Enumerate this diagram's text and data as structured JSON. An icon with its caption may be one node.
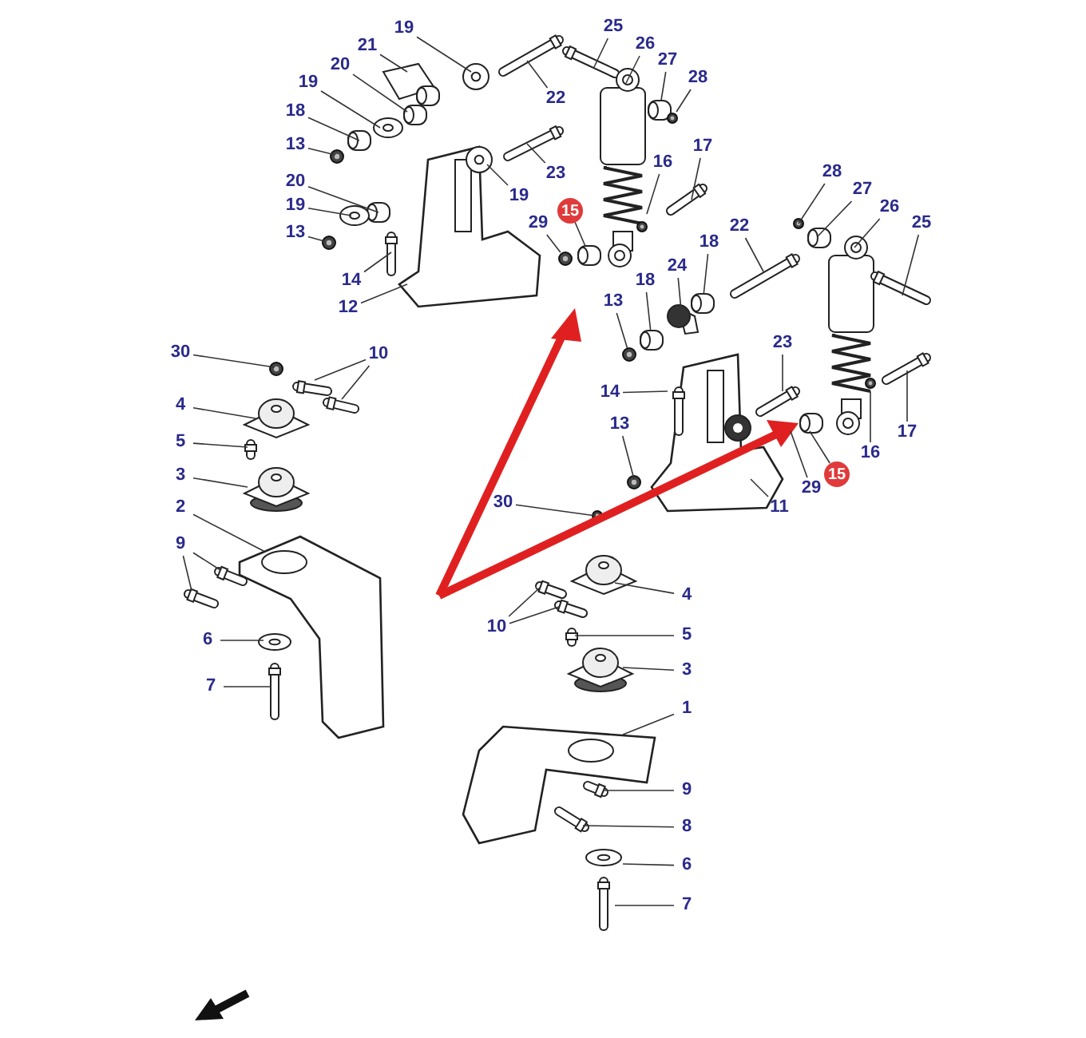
{
  "diagram": {
    "nodes": [
      {
        "text": [
          "19"
        ]
      },
      {
        "text": [
          "21"
        ]
      },
      {
        "text": [
          "20"
        ]
      },
      {
        "text": [
          "19"
        ]
      },
      {
        "text": [
          "18"
        ]
      },
      {
        "text": [
          "13"
        ]
      },
      {
        "text": [
          "20"
        ]
      },
      {
        "text": [
          "19"
        ]
      },
      {
        "text": [
          "13"
        ]
      },
      {
        "text": [
          "14"
        ]
      },
      {
        "text": [
          "12"
        ]
      },
      {
        "text": [
          "19"
        ]
      },
      {
        "text": [
          "22"
        ]
      },
      {
        "text": [
          "25"
        ]
      },
      {
        "text": [
          "26"
        ]
      },
      {
        "text": [
          "27"
        ]
      },
      {
        "text": [
          "28"
        ]
      },
      {
        "text": [
          "23"
        ]
      },
      {
        "text": [
          "17"
        ]
      },
      {
        "text": [
          "16"
        ]
      },
      {
        "text": [
          "29"
        ]
      },
      {
        "text": [
          "15"
        ]
      },
      {
        "text": [
          "28"
        ]
      },
      {
        "text": [
          "27"
        ]
      },
      {
        "text": [
          "26"
        ]
      },
      {
        "text": [
          "25"
        ]
      },
      {
        "text": [
          "22"
        ]
      },
      {
        "text": [
          "18"
        ]
      },
      {
        "text": [
          "24"
        ]
      },
      {
        "text": [
          "18"
        ]
      },
      {
        "text": [
          "13"
        ]
      },
      {
        "text": [
          "14"
        ]
      },
      {
        "text": [
          "13"
        ]
      },
      {
        "text": [
          "23"
        ]
      },
      {
        "text": [
          "17"
        ]
      },
      {
        "text": [
          "16"
        ]
      },
      {
        "text": [
          "29"
        ]
      },
      {
        "text": [
          "15"
        ]
      },
      {
        "text": [
          "11"
        ]
      },
      {
        "text": [
          "30"
        ]
      },
      {
        "text": [
          "10"
        ]
      },
      {
        "text": [
          "4"
        ]
      },
      {
        "text": [
          "5"
        ]
      },
      {
        "text": [
          "3"
        ]
      },
      {
        "text": [
          "2"
        ]
      },
      {
        "text": [
          "9"
        ]
      },
      {
        "text": [
          "6"
        ]
      },
      {
        "text": [
          "7"
        ]
      },
      {
        "text": [
          "30"
        ]
      },
      {
        "text": [
          "10"
        ]
      },
      {
        "text": [
          "4"
        ]
      },
      {
        "text": [
          "5"
        ]
      },
      {
        "text": [
          "3"
        ]
      },
      {
        "text": [
          "1"
        ]
      },
      {
        "text": [
          "9"
        ]
      },
      {
        "text": [
          "8"
        ]
      },
      {
        "text": [
          "6"
        ]
      },
      {
        "text": [
          "7"
        ]
      },
      {
        "text": [],
        "shape": "bushing"
      },
      {
        "text": [],
        "shape": "nut"
      },
      {
        "text": [],
        "shape": "bushing"
      },
      {
        "text": [],
        "shape": "bushing"
      },
      {
        "text": [],
        "shape": "link"
      },
      {
        "text": [],
        "shape": "bushing"
      },
      {
        "text": [],
        "shape": "nut"
      },
      {
        "text": [],
        "shape": "nut"
      }
    ],
    "edges": [
      {
        "from": 0,
        "to": null,
        "arrow": "none"
      },
      {
        "from": 1,
        "to": null,
        "arrow": "none"
      },
      {
        "from": 2,
        "to": null,
        "arrow": "none"
      },
      {
        "from": 3,
        "to": null,
        "arrow": "none"
      },
      {
        "from": 4,
        "to": null,
        "arrow": "none"
      },
      {
        "from": 5,
        "to": null,
        "arrow": "none"
      },
      {
        "from": 6,
        "to": null,
        "arrow": "none"
      },
      {
        "from": 7,
        "to": null,
        "arrow": "none"
      },
      {
        "from": 8,
        "to": null,
        "arrow": "none"
      },
      {
        "from": 9,
        "to": null,
        "arrow": "none"
      },
      {
        "from": 10,
        "to": null,
        "arrow": "none"
      },
      {
        "from": 11,
        "to": null,
        "arrow": "none"
      },
      {
        "from": 12,
        "to": null,
        "arrow": "none"
      },
      {
        "from": 13,
        "to": null,
        "arrow": "none"
      },
      {
        "from": 14,
        "to": null,
        "arrow": "none"
      },
      {
        "from": 15,
        "to": 58,
        "arrow": "none"
      },
      {
        "from": 16,
        "to": 59,
        "arrow": "none"
      },
      {
        "from": 17,
        "to": null,
        "arrow": "none"
      },
      {
        "from": 18,
        "to": null,
        "arrow": "none"
      },
      {
        "from": 19,
        "to": null,
        "arrow": "none"
      },
      {
        "from": 20,
        "to": 65,
        "arrow": "none"
      },
      {
        "from": 21,
        "to": 60,
        "arrow": "none"
      },
      {
        "from": 22,
        "to": null,
        "arrow": "none"
      },
      {
        "from": 23,
        "to": null,
        "arrow": "none"
      },
      {
        "from": 24,
        "to": null,
        "arrow": "none"
      },
      {
        "from": 25,
        "to": null,
        "arrow": "none"
      },
      {
        "from": 26,
        "to": null,
        "arrow": "none"
      },
      {
        "from": 27,
        "to": 61,
        "arrow": "none"
      },
      {
        "from": 28,
        "to": 62,
        "arrow": "none"
      },
      {
        "from": 29,
        "to": 63,
        "arrow": "none"
      },
      {
        "from": 30,
        "to": 64,
        "arrow": "none"
      },
      {
        "from": 31,
        "to": null,
        "arrow": "none"
      },
      {
        "from": 32,
        "to": null,
        "arrow": "none"
      },
      {
        "from": 33,
        "to": null,
        "arrow": "none"
      },
      {
        "from": 34,
        "to": null,
        "arrow": "none"
      },
      {
        "from": 35,
        "to": null,
        "arrow": "none"
      },
      {
        "from": 36,
        "to": null,
        "arrow": "none"
      },
      {
        "from": 37,
        "to": null,
        "arrow": "none"
      },
      {
        "from": 38,
        "to": null,
        "arrow": "none"
      },
      {
        "from": 39,
        "to": null,
        "arrow": "none"
      },
      {
        "from": 40,
        "to": null,
        "arrow": "none"
      },
      {
        "from": 40,
        "to": null,
        "arrow": "none"
      },
      {
        "from": 41,
        "to": null,
        "arrow": "none"
      },
      {
        "from": 42,
        "to": null,
        "arrow": "none"
      },
      {
        "from": 43,
        "to": null,
        "arrow": "none"
      },
      {
        "from": 44,
        "to": null,
        "arrow": "none"
      },
      {
        "from": 45,
        "to": null,
        "arrow": "none"
      },
      {
        "from": 45,
        "to": null,
        "arrow": "none"
      },
      {
        "from": 46,
        "to": null,
        "arrow": "none"
      },
      {
        "from": 47,
        "to": null,
        "arrow": "none"
      },
      {
        "from": 48,
        "to": null,
        "arrow": "none"
      },
      {
        "from": 49,
        "to": null,
        "arrow": "none"
      },
      {
        "from": 49,
        "to": null,
        "arrow": "none"
      },
      {
        "from": 50,
        "to": null,
        "arrow": "none"
      },
      {
        "from": 51,
        "to": null,
        "arrow": "none"
      },
      {
        "from": 52,
        "to": null,
        "arrow": "none"
      },
      {
        "from": 53,
        "to": null,
        "arrow": "none"
      },
      {
        "from": 54,
        "to": null,
        "arrow": "none"
      },
      {
        "from": 55,
        "to": null,
        "arrow": "none"
      },
      {
        "from": 56,
        "to": null,
        "arrow": "none"
      },
      {
        "from": 57,
        "to": null,
        "arrow": "none"
      }
    ]
  }
}
